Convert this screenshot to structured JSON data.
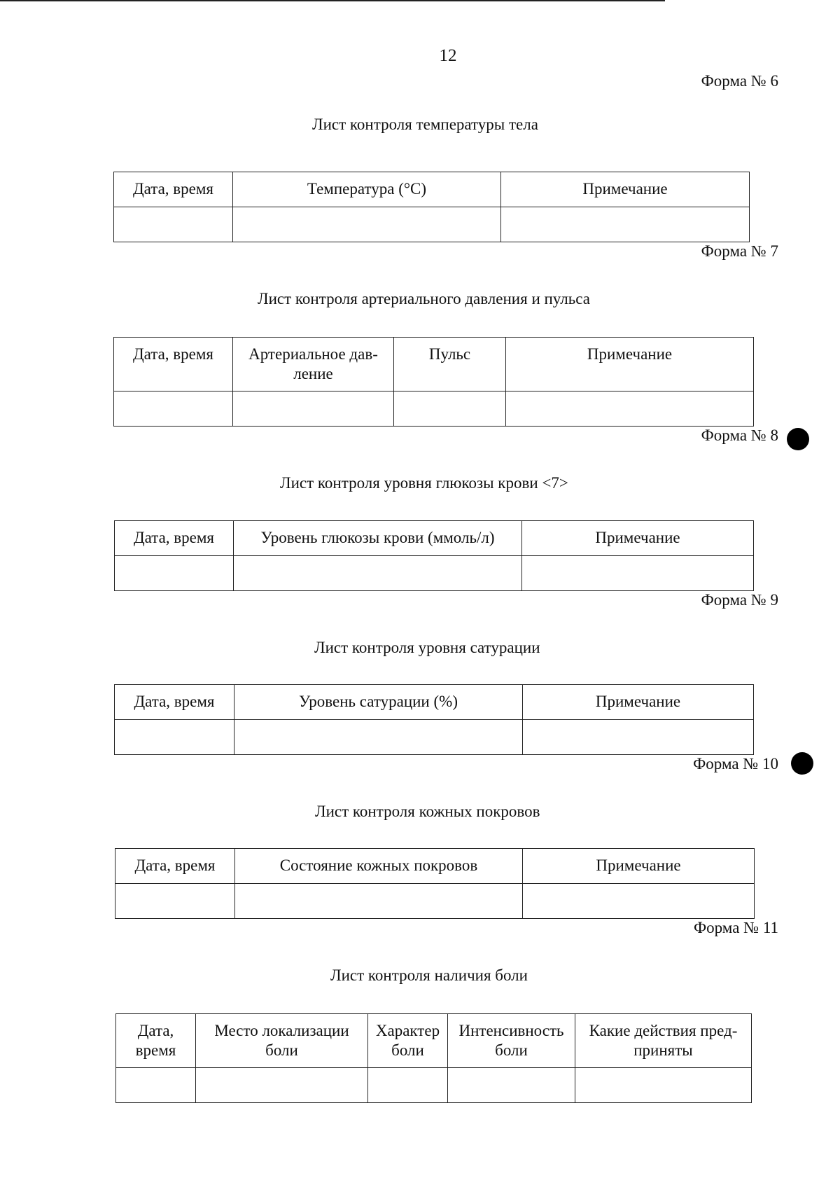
{
  "page_number": "12",
  "forms": [
    {
      "label": "Форма № 6",
      "title": "Лист контроля температуры тела",
      "columns": [
        "Дата, время",
        "Температура (°C)",
        "Примечание"
      ]
    },
    {
      "label": "Форма № 7",
      "title": "Лист контроля артериального давления и пульса",
      "columns": [
        "Дата, время",
        "Артериальное дав-\nление",
        "Пульс",
        "Примечание"
      ]
    },
    {
      "label": "Форма № 8",
      "title": "Лист контроля уровня глюкозы крови <7>",
      "columns": [
        "Дата, время",
        "Уровень глюкозы крови (ммоль/л)",
        "Примечание"
      ]
    },
    {
      "label": "Форма № 9",
      "title": "Лист контроля уровня сатурации",
      "columns": [
        "Дата, время",
        "Уровень сатурации (%)",
        "Примечание"
      ]
    },
    {
      "label": "Форма № 10",
      "title": "Лист контроля кожных покровов",
      "columns": [
        "Дата, время",
        "Состояние кожных покровов",
        "Примечание"
      ]
    },
    {
      "label": "Форма № 11",
      "title": "Лист контроля наличия боли",
      "columns": [
        "Дата,\nвремя",
        "Место локализации\nболи",
        "Характер\nболи",
        "Интенсивность\nболи",
        "Какие действия пред-\nприняты"
      ]
    }
  ]
}
